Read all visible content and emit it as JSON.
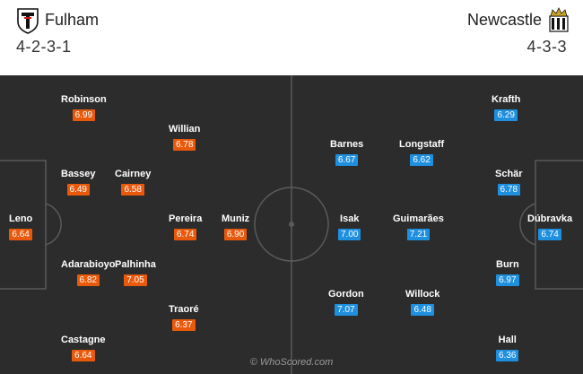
{
  "colors": {
    "home_rating": "#e8590c",
    "away_rating": "#1f8fe0",
    "pitch": "#2c2c2c"
  },
  "home": {
    "name": "Fulham",
    "formation": "4-2-3-1",
    "crest_icon": "fulham-crest-icon",
    "players": [
      {
        "id": "robinson",
        "name": "Robinson",
        "rating": "6.99"
      },
      {
        "id": "bassey",
        "name": "Bassey",
        "rating": "6.49"
      },
      {
        "id": "adarabioyo",
        "name": "Adarabioyo",
        "rating": "6.82"
      },
      {
        "id": "castagne",
        "name": "Castagne",
        "rating": "6.64"
      },
      {
        "id": "leno",
        "name": "Leno",
        "rating": "6.64"
      },
      {
        "id": "cairney",
        "name": "Cairney",
        "rating": "6.58"
      },
      {
        "id": "palhinha",
        "name": "Palhinha",
        "rating": "7.05"
      },
      {
        "id": "willian",
        "name": "Willian",
        "rating": "6.78"
      },
      {
        "id": "pereira",
        "name": "Pereira",
        "rating": "6.74"
      },
      {
        "id": "traore",
        "name": "Traoré",
        "rating": "6.37"
      },
      {
        "id": "muniz",
        "name": "Muniz",
        "rating": "6.90"
      }
    ]
  },
  "away": {
    "name": "Newcastle",
    "formation": "4-3-3",
    "crest_icon": "newcastle-crest-icon",
    "players": [
      {
        "id": "barnes",
        "name": "Barnes",
        "rating": "6.67"
      },
      {
        "id": "isak",
        "name": "Isak",
        "rating": "7.00"
      },
      {
        "id": "gordon",
        "name": "Gordon",
        "rating": "7.07"
      },
      {
        "id": "longstaff",
        "name": "Longstaff",
        "rating": "6.62"
      },
      {
        "id": "guimaraes",
        "name": "Guimarães",
        "rating": "7.21"
      },
      {
        "id": "willock",
        "name": "Willock",
        "rating": "6.48"
      },
      {
        "id": "krafth",
        "name": "Krafth",
        "rating": "6.29"
      },
      {
        "id": "schar",
        "name": "Schär",
        "rating": "6.78"
      },
      {
        "id": "burn",
        "name": "Burn",
        "rating": "6.97"
      },
      {
        "id": "hall",
        "name": "Hall",
        "rating": "6.36"
      },
      {
        "id": "dubravka",
        "name": "Dúbravka",
        "rating": "6.74"
      }
    ]
  },
  "watermark": "© WhoScored.com"
}
